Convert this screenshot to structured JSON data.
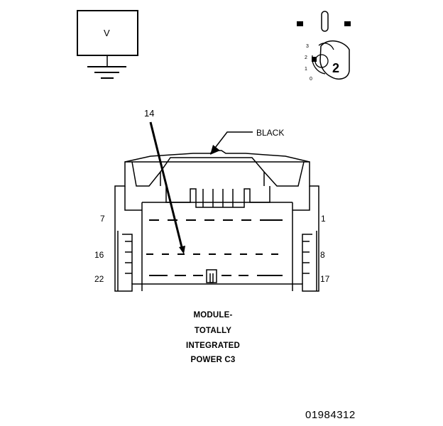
{
  "meter": {
    "label": "V"
  },
  "selector": {
    "positions": [
      "3",
      "2",
      "1",
      "0"
    ],
    "selected": "2"
  },
  "connector": {
    "color_label": "BLACK",
    "pointer_pin": "14",
    "pin_labels": {
      "top_left": "7",
      "top_right": "1",
      "mid_left": "16",
      "mid_right": "8",
      "bottom_left": "22",
      "bottom_right": "17"
    },
    "caption_lines": [
      "MODULE-",
      "TOTALLY",
      "INTEGRATED",
      "POWER C3"
    ]
  },
  "reference_number": "01984312"
}
